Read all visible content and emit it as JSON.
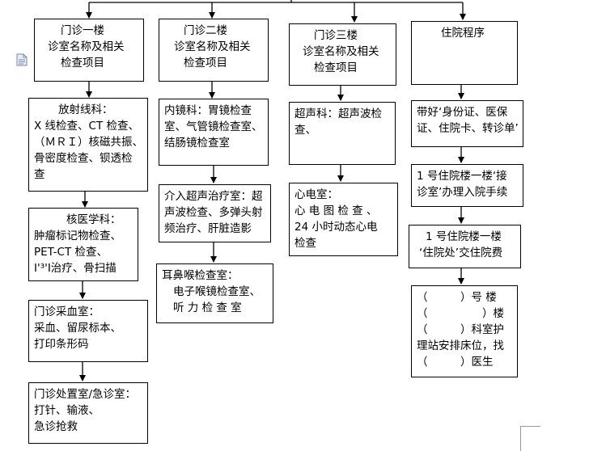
{
  "columns": [
    {
      "id": "col1",
      "boxes": [
        {
          "id": "c1-b1",
          "lines": [
            "门诊一楼",
            "诊室名称及相关",
            "检查项目"
          ]
        },
        {
          "id": "c1-b2",
          "lines": [
            "放射线科：",
            "X 线检查、CT 检查、",
            "（ＭＲＩ）核磁共振、",
            "骨密度检查、钡透检",
            "查"
          ]
        },
        {
          "id": "c1-b3",
          "lines": [
            "核医学科：",
            "肿瘤标记物检查、",
            "PET-CT 检查、",
            "I'³'I治疗、骨扫描"
          ]
        },
        {
          "id": "c1-b4",
          "lines": [
            "门诊采血室：",
            "采血、留尿标本、",
            "打印条形码"
          ]
        },
        {
          "id": "c1-b5",
          "lines": [
            "门诊处置室/急诊室：",
            "打针、输液、",
            "急诊抢救"
          ]
        }
      ]
    },
    {
      "id": "col2",
      "boxes": [
        {
          "id": "c2-b1",
          "lines": [
            "门诊二楼",
            "诊室名称及相关",
            "检查项目"
          ]
        },
        {
          "id": "c2-b2",
          "lines": [
            "内镜科：胃镜检查",
            "室、气管镜检查室、",
            "结肠镜检查室"
          ]
        },
        {
          "id": "c2-b3",
          "lines": [
            "介入超声治疗室：超",
            "声波检查、多弹头射",
            "频治疗、肝脏造影"
          ]
        },
        {
          "id": "c2-b4",
          "lines": [
            "耳鼻喉检查室：",
            "电子喉镜检查室、",
            "听 力 检 查 室"
          ]
        }
      ]
    },
    {
      "id": "col3",
      "boxes": [
        {
          "id": "c3-b1",
          "lines": [
            "门诊三楼",
            "诊室名称及相关",
            "检查项目"
          ]
        },
        {
          "id": "c3-b2",
          "lines": [
            "超声科：超声波检",
            "查、"
          ]
        },
        {
          "id": "c3-b3",
          "lines": [
            "心电室：",
            "心 电 图 检 查 、",
            "24 小时动态心电",
            "检查"
          ]
        }
      ]
    },
    {
      "id": "col4",
      "boxes": [
        {
          "id": "c4-b1",
          "lines": [
            "住院程序"
          ]
        },
        {
          "id": "c4-b2",
          "lines": [
            "带好‘身份证、医保",
            "证、住院卡、转诊单’"
          ]
        },
        {
          "id": "c4-b3",
          "lines": [
            "1 号住院楼一楼‘接",
            "诊室’办理入院手续"
          ]
        },
        {
          "id": "c4-b4",
          "lines": [
            "1 号住院楼一楼",
            "‘住院处’交住院费"
          ]
        },
        {
          "id": "c4-b5",
          "lines": [
            "（　　　）号 楼",
            "（　　　　　）楼",
            "（　　　）科室护",
            "理站安排床位，找",
            "（　　　）医生"
          ]
        }
      ]
    }
  ]
}
